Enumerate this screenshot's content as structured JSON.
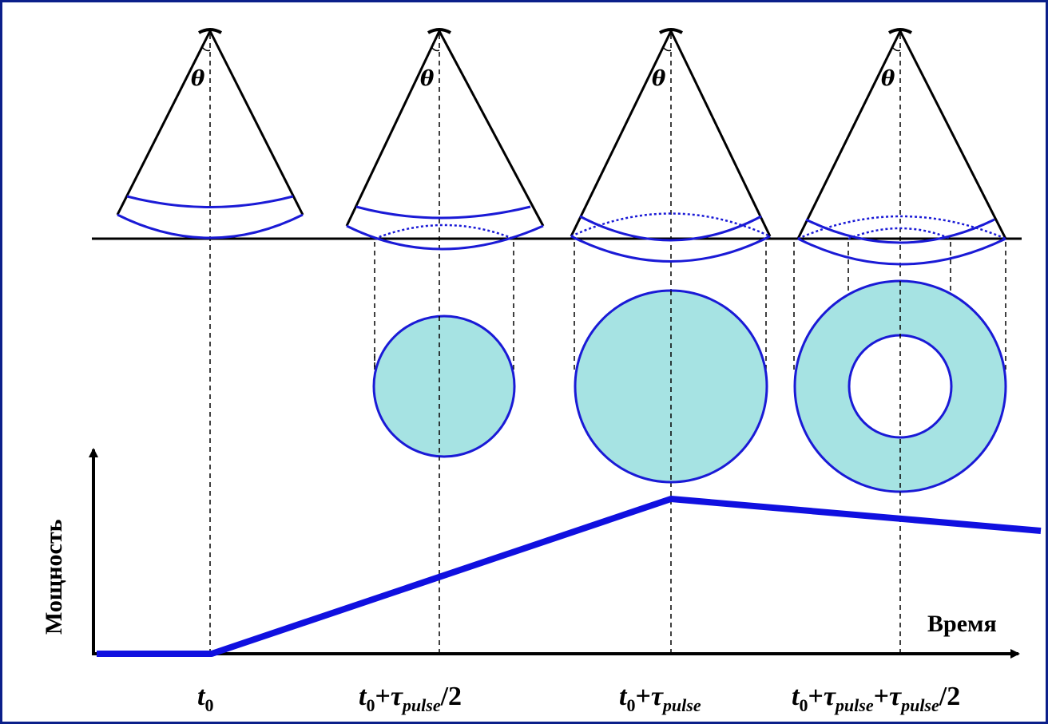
{
  "diagram": {
    "angle_symbol": "θ",
    "y_axis_label": "Мощность",
    "x_axis_label": "Время",
    "time_labels": [
      {
        "t": "t",
        "t_sub": "0",
        "plus1": "",
        "tau1": "",
        "tau1_sub": "",
        "plus2": "",
        "tau2": "",
        "tau2_sub": "",
        "tail": ""
      },
      {
        "t": "t",
        "t_sub": "0",
        "plus1": "+",
        "tau1": "τ",
        "tau1_sub": "pulse",
        "plus2": "",
        "tau2": "",
        "tau2_sub": "",
        "tail": "/2"
      },
      {
        "t": "t",
        "t_sub": "0",
        "plus1": "+",
        "tau1": "τ",
        "tau1_sub": "pulse",
        "plus2": "",
        "tau2": "",
        "tau2_sub": "",
        "tail": ""
      },
      {
        "t": "t",
        "t_sub": "0",
        "plus1": "+",
        "tau1": "τ",
        "tau1_sub": "pulse",
        "plus2": "+",
        "tau2": "τ",
        "tau2_sub": "pulse",
        "tail": "/2"
      }
    ],
    "colors": {
      "frame": "#0b1f8a",
      "pulse_arc": "#1a1ad6",
      "footprint_fill": "#a6e3e3",
      "power_curve": "#1010e0",
      "lines": "#000000"
    }
  }
}
